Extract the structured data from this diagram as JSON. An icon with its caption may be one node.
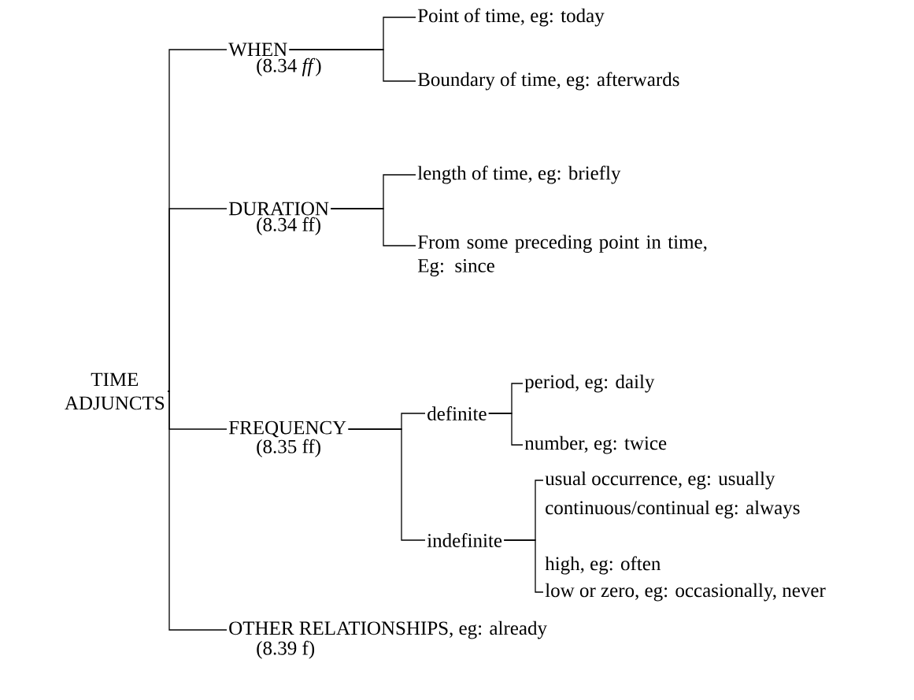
{
  "diagram": {
    "nodes": [
      {
        "text": [
          "TIME ADJUNCTS"
        ]
      },
      {
        "text": [
          "WHEN"
        ],
        "beside": [
          "(8.34 *ff*)"
        ]
      },
      {
        "text": [
          "Point of time, eg: today"
        ]
      },
      {
        "text": [
          "Boundary of time, eg: afterwards"
        ]
      },
      {
        "text": [
          "DURATION"
        ],
        "beside": [
          "(8.34 ff)"
        ]
      },
      {
        "text": [
          "length of time, eg: briefly"
        ]
      },
      {
        "text": [
          "From some preceding point in time, Eg: since"
        ]
      },
      {
        "text": [
          "FREQUENCY"
        ],
        "beside": [
          "(8.35 ff)"
        ]
      },
      {
        "text": [
          "definite"
        ]
      },
      {
        "text": [
          "period, eg: daily"
        ]
      },
      {
        "text": [
          "number, eg: twice"
        ]
      },
      {
        "text": [
          "indefinite"
        ]
      },
      {
        "text": [
          "usual occurrence, eg: usually"
        ]
      },
      {
        "text": [
          "low or zero, eg: occasionally, never"
        ]
      },
      {
        "text": [
          "OTHER RELATIONSHIPS, eg: already"
        ],
        "beside": [
          "(8.39 f)"
        ]
      }
    ],
    "edges": [
      {
        "from": 0,
        "to": 1,
        "arrow": "none"
      },
      {
        "from": 0,
        "to": 4,
        "arrow": "none"
      },
      {
        "from": 0,
        "to": 7,
        "arrow": "none"
      },
      {
        "from": 0,
        "to": 14,
        "arrow": "none"
      },
      {
        "from": 1,
        "to": 2,
        "arrow": "none"
      },
      {
        "from": 1,
        "to": 3,
        "arrow": "none"
      },
      {
        "from": 4,
        "to": 5,
        "arrow": "none"
      },
      {
        "from": 4,
        "to": 6,
        "arrow": "none"
      },
      {
        "from": 7,
        "to": 8,
        "arrow": "none"
      },
      {
        "from": 7,
        "to": 11,
        "arrow": "none"
      },
      {
        "from": 8,
        "to": 9,
        "arrow": "none"
      },
      {
        "from": 8,
        "to": 10,
        "arrow": "none"
      },
      {
        "from": 11,
        "to": 12,
        "arrow": "none"
      },
      {
        "from": 11,
        "to": 13,
        "arrow": "none"
      }
    ],
    "labels": [
      "continuous/continual eg: always",
      "high, eg: often"
    ]
  }
}
